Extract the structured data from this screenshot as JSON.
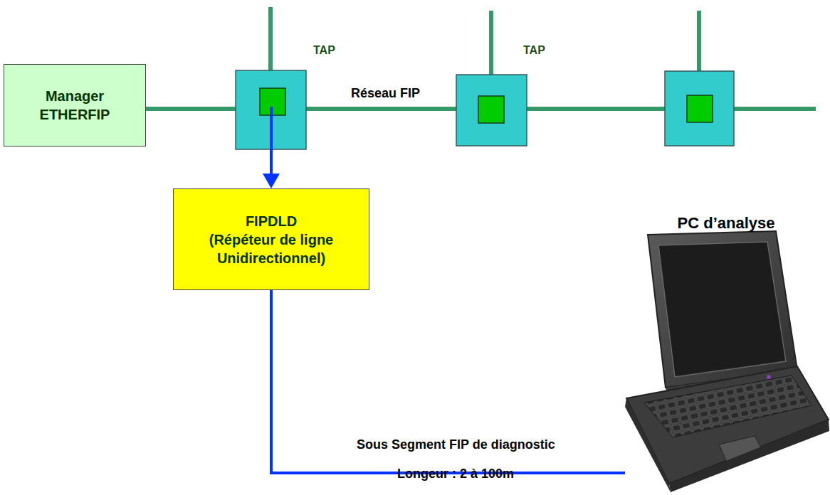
{
  "diagram": {
    "nodes": [
      {
        "text": [
          "Manager ETHERFIP"
        ]
      },
      {
        "text": [
          "FIPDLD",
          "(Répéteur de ligne Unidirectionnel)"
        ]
      },
      {
        "text": [
          "PC  d’analyse"
        ]
      }
    ],
    "edges": [
      {
        "from": 1,
        "to": 2,
        "arrow": "none",
        "label": "Sous Segment  FIP de diagnostic"
      }
    ],
    "labels": [
      "TAP",
      "TAP",
      "Réseau FIP",
      "Longeur : 2 à 100m"
    ]
  }
}
